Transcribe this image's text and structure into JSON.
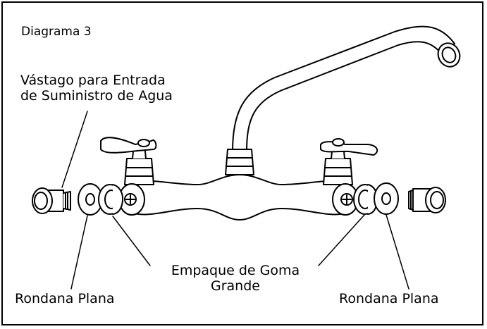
{
  "title": "Diagrama 3",
  "labels": {
    "supply_stem": [
      "Vástago para Entrada",
      "de Suministro de Agua"
    ],
    "gasket": [
      "Empaque de Goma",
      "Grande"
    ],
    "washer_left": "Rondana Plana",
    "washer_right": "Rondana Plana"
  },
  "colors": {
    "line": "#000000",
    "background": "#ffffff"
  }
}
